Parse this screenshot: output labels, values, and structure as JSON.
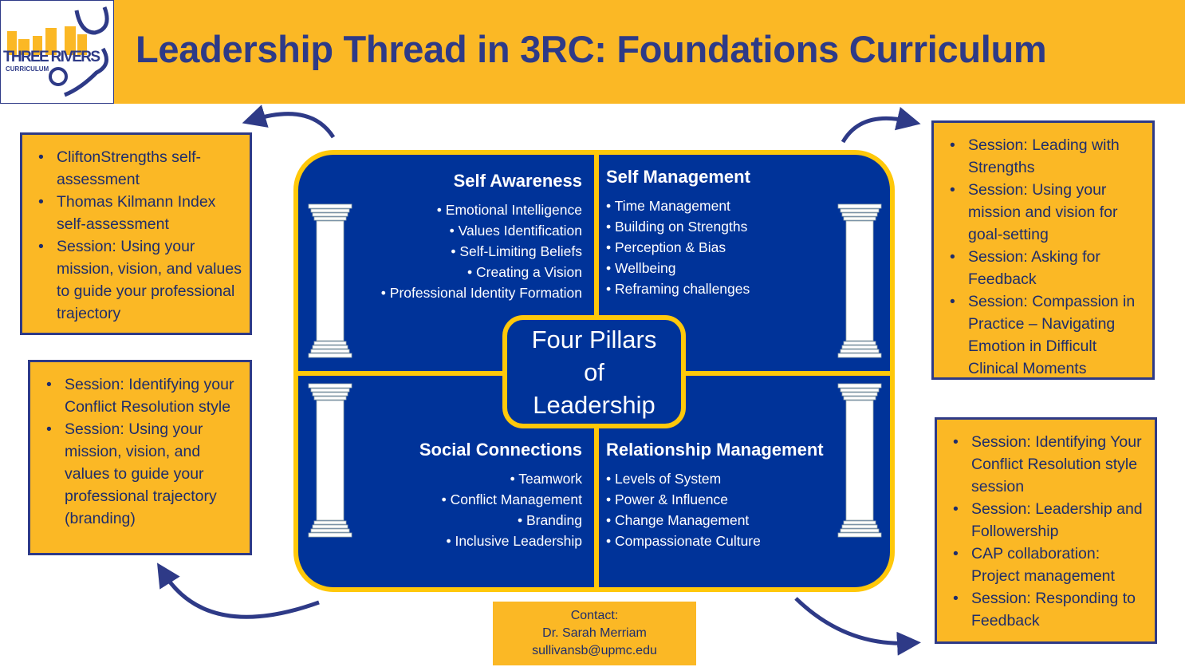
{
  "header": {
    "title": "Leadership Thread in 3RC: Foundations Curriculum",
    "logo_text": "THREE RIVERS CURRICULUM"
  },
  "colors": {
    "yellow": "#FBB825",
    "navy": "#2E3A87",
    "panel_blue": "#003399",
    "border_yellow": "#FFC80A"
  },
  "left_top": [
    "CliftonStrengths self-assessment",
    "Thomas Kilmann Index self-assessment",
    "Session: Using your mission, vision, and values to guide your professional trajectory"
  ],
  "left_bottom": [
    "Session: Identifying your Conflict Resolution style",
    "Session: Using your mission, vision, and values to guide your professional trajectory (branding)"
  ],
  "right_top": [
    "Session: Leading with Strengths",
    "Session: Using your mission and vision for goal-setting",
    "Session: Asking for Feedback",
    "Session: Compassion in Practice – Navigating Emotion in Difficult Clinical Moments"
  ],
  "right_bottom": [
    "Session: Identifying Your Conflict Resolution style session",
    "Session: Leadership and Followership",
    "CAP collaboration: Project management",
    "Session: Responding to Feedback"
  ],
  "pillars": {
    "center": [
      "Four Pillars",
      "of",
      "Leadership"
    ],
    "self_awareness": {
      "title": "Self Awareness",
      "items": [
        "• Emotional Intelligence",
        "• Values Identification",
        "• Self-Limiting Beliefs",
        "• Creating a Vision",
        "• Professional Identity Formation"
      ]
    },
    "self_management": {
      "title": "Self Management",
      "items": [
        "• Time Management",
        "• Building on Strengths",
        "• Perception & Bias",
        "• Wellbeing",
        "• Reframing challenges"
      ]
    },
    "social_connections": {
      "title": "Social Connections",
      "items": [
        "• Teamwork",
        "• Conflict Management",
        "• Branding",
        "• Inclusive Leadership"
      ]
    },
    "relationship_management": {
      "title": "Relationship Management",
      "items": [
        "• Levels of System",
        "• Power & Influence",
        "• Change Management",
        "• Compassionate Culture"
      ]
    }
  },
  "contact": {
    "label": "Contact:",
    "name": "Dr. Sarah Merriam",
    "email": "sullivansb@upmc.edu"
  }
}
